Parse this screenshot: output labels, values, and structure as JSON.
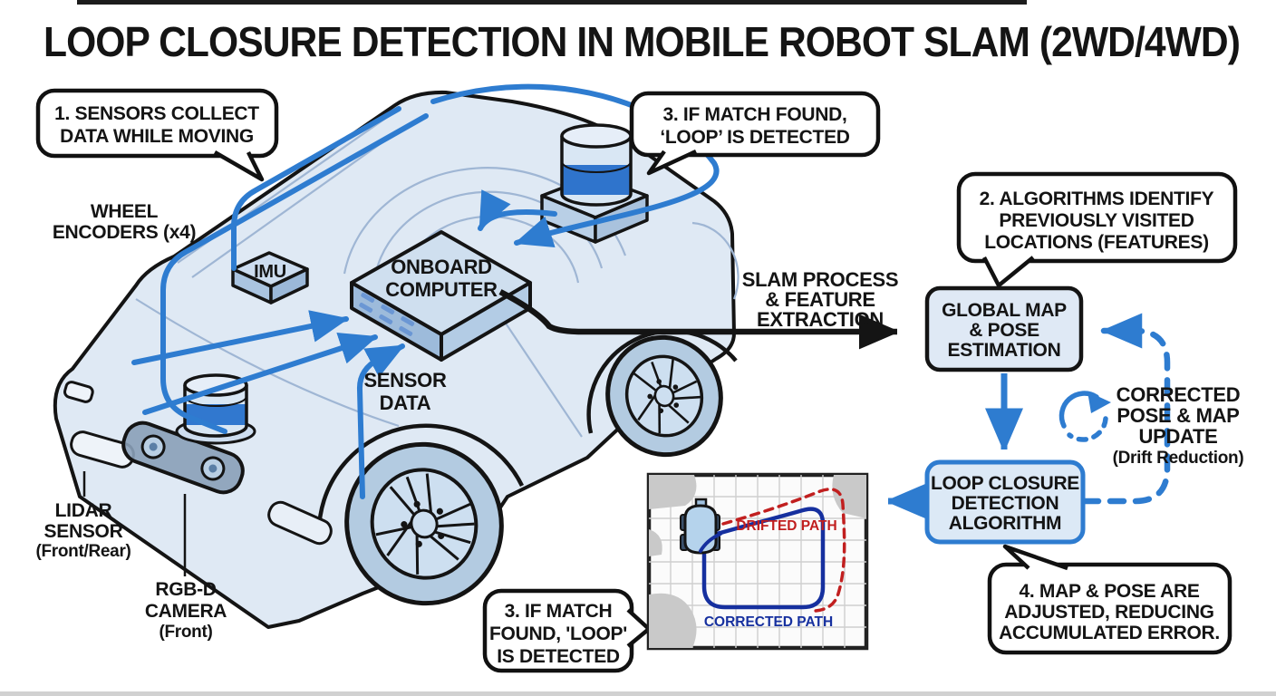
{
  "title": "LOOP CLOSURE DETECTION IN MOBILE ROBOT SLAM (2WD/4WD)",
  "callouts": {
    "step1": {
      "line1": "1. SENSORS COLLECT",
      "line2": "DATA WHILE MOVING"
    },
    "step3_top": {
      "line1": "3. IF MATCH FOUND,",
      "line2": "‘LOOP’ IS DETECTED"
    },
    "step2": {
      "line1": "2. ALGORITHMS IDENTIFY",
      "line2": "PREVIOUSLY VISITED",
      "line3": "LOCATIONS (FEATURES)"
    },
    "step4": {
      "line1": "4. MAP & POSE ARE",
      "line2": "ADJUSTED, REDUCING",
      "line3": "ACCUMULATED ERROR."
    },
    "step3_bottom": {
      "line1": "3. IF MATCH",
      "line2": "FOUND, 'LOOP'",
      "line3": "IS DETECTED"
    }
  },
  "robot_labels": {
    "wheel_encoders": {
      "line1": "WHEEL",
      "line2": "ENCODERS (x4)"
    },
    "imu": "IMU",
    "onboard_computer": {
      "line1": "ONBOARD",
      "line2": "COMPUTER"
    },
    "sensor_data": {
      "line1": "SENSOR",
      "line2": "DATA"
    },
    "lidar": {
      "line1": "LIDAR",
      "line2": "SENSOR",
      "line3": "(Front/Rear)"
    },
    "rgbd": {
      "line1": "RGB-D",
      "line2": "CAMERA",
      "line3": "(Front)"
    }
  },
  "flowchart": {
    "slam_arrow_label": {
      "line1": "SLAM PROCESS",
      "line2": "& FEATURE",
      "line3": "EXTRACTION"
    },
    "global_map_box": {
      "line1": "GLOBAL MAP",
      "line2": "& POSE",
      "line3": "ESTIMATION"
    },
    "loop_closure_box": {
      "line1": "LOOP CLOSURE",
      "line2": "DETECTION",
      "line3": "ALGORITHM"
    },
    "corrected_update": {
      "line1": "CORRECTED",
      "line2": "POSE & MAP",
      "line3": "UPDATE",
      "line4": "(Drift Reduction)"
    }
  },
  "inset_map": {
    "drifted_path_label": "DRIFTED PATH",
    "corrected_path_label": "CORRECTED PATH"
  },
  "colors": {
    "accent_blue": "#2e7cd0",
    "box_border_blue": "#2e7cd0",
    "box_fill": "#dfe9f5",
    "car_body": "#d8e4f1",
    "lidar_band_blue": "#3178cf",
    "drifted_red": "#c11f1f",
    "corrected_navy": "#16309f",
    "outline_black": "#141414",
    "grid_gray": "#cfcfcf",
    "blob_gray": "#c9c9c9"
  }
}
